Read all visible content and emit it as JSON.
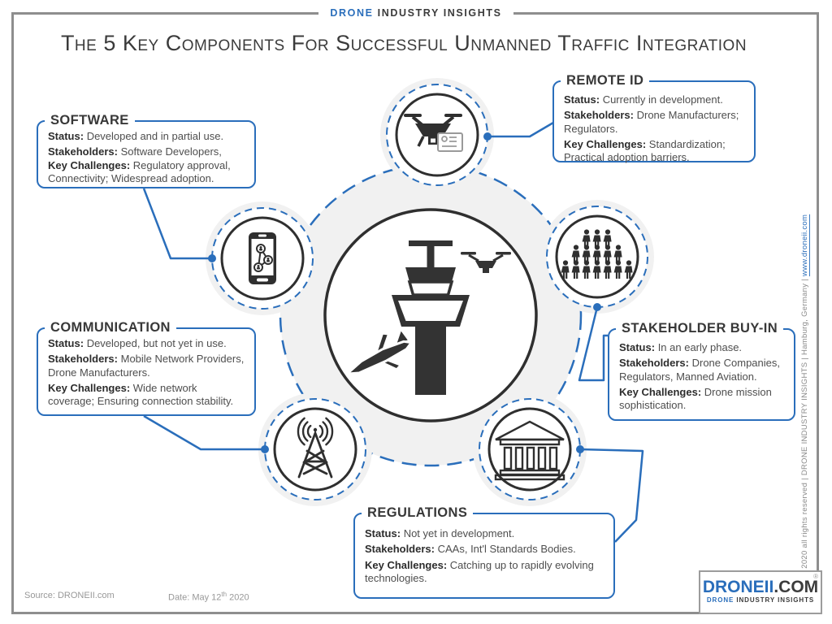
{
  "header": {
    "brand_blue": "DRONE",
    "brand_rest": " INDUSTRY INSIGHTS"
  },
  "title": "The 5 Key Components For Successful Unmanned Traffic Integration",
  "labels": {
    "status": "Status:",
    "stakeholders": "Stakeholders:",
    "challenges": "Key Challenges:"
  },
  "components": {
    "software": {
      "title": "SOFTWARE",
      "status": "Developed and in partial use.",
      "stakeholders": "Software Developers,",
      "challenges": "Regulatory approval, Connectivity; Widespread adoption."
    },
    "remote_id": {
      "title": "REMOTE ID",
      "status": "Currently in development.",
      "stakeholders": "Drone Manufacturers; Regulators.",
      "challenges": "Standardization; Practical adoption barriers."
    },
    "communication": {
      "title": "COMMUNICATION",
      "status": "Developed, but not yet in use.",
      "stakeholders": "Mobile Network Providers, Drone Manufacturers.",
      "challenges": "Wide network coverage; Ensuring connection stability."
    },
    "stakeholder_buyin": {
      "title": "STAKEHOLDER BUY-IN",
      "status": "In an early phase.",
      "stakeholders": "Drone Companies, Regulators, Manned Aviation.",
      "challenges": "Drone mission sophistication."
    },
    "regulations": {
      "title": "REGULATIONS",
      "status": "Not yet in development.",
      "stakeholders": "CAAs, Int'l Standards Bodies.",
      "challenges": "Catching up to rapidly evolving technologies."
    }
  },
  "icons": {
    "central": "airport-tower-with-plane-and-drone",
    "remote_id": "drone-with-id-card",
    "software": "smartphone-share-network",
    "stakeholder_buyin": "crowd-of-people",
    "communication": "radio-tower-signal",
    "regulations": "government-building"
  },
  "footer": {
    "source": "Source: DRONEII.com",
    "date_prefix": "Date: May 12",
    "date_sup": "th",
    "date_suffix": " 2020"
  },
  "vertical_credit": {
    "text": "© 2020 all rights reserved | DRONE INDUSTRY INSIGHTS | Hamburg, Germany | ",
    "link": "www.droneii.com"
  },
  "logo": {
    "main_blue": "DRONEII",
    "main_rest": ".COM",
    "sub_blue": "DRONE",
    "sub_rest": " INDUSTRY INSIGHTS",
    "trademark": "®"
  },
  "colors": {
    "accent_blue": "#2a6ebb",
    "icon_dark": "#2f2f2f",
    "frame_gray": "#8e8e8e",
    "halo_gray": "#f1f1f1"
  }
}
